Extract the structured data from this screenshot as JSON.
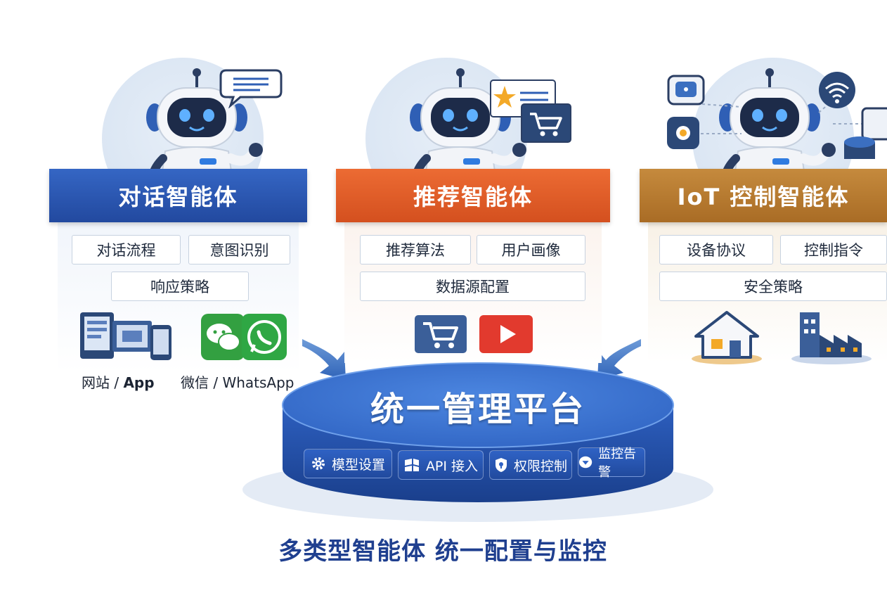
{
  "agents": [
    {
      "title": "对话智能体",
      "color": "#2a57b3",
      "chips": [
        "对话流程",
        "意图识别",
        "响应策略"
      ],
      "captions": [
        {
          "text_a": "网站 / ",
          "text_b": "App"
        },
        {
          "text_a": "微信 / ",
          "text_b": "WhatsApp"
        }
      ]
    },
    {
      "title": "推荐智能体",
      "color": "#e2602b",
      "chips": [
        "推荐算法",
        "用户画像",
        "数据源配置"
      ]
    },
    {
      "title": "IoT 控制智能体",
      "color": "#b97a2e",
      "chips": [
        "设备协议",
        "控制指令",
        "安全策略"
      ]
    }
  ],
  "platform": {
    "title": "统一管理平台",
    "color": "#2e62c3",
    "modules": [
      {
        "label": "模型设置",
        "icon": "gear-icon"
      },
      {
        "label": "API 接入",
        "icon": "api-icon"
      },
      {
        "label": "权限控制",
        "icon": "shield-icon"
      },
      {
        "label": "监控告警",
        "icon": "monitor-icon"
      }
    ]
  },
  "tagline": "多类型智能体 统一配置与监控"
}
